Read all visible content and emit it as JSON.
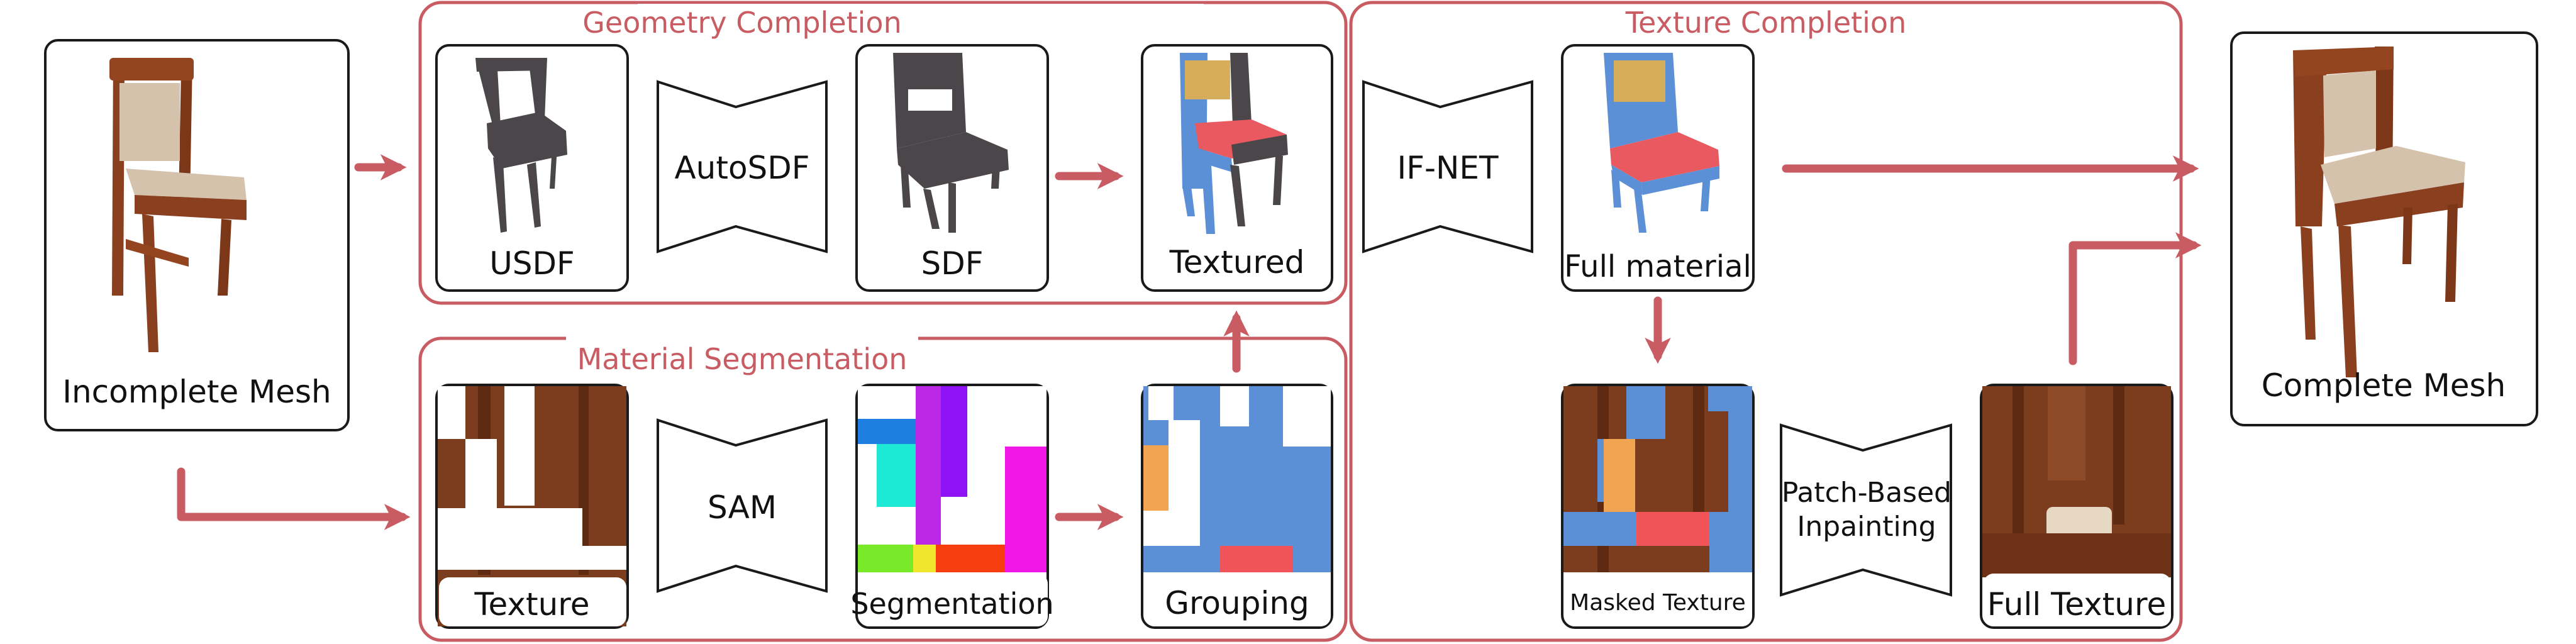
{
  "colors": {
    "accent": "#c95c62",
    "box_border": "#1a1a1a",
    "chair_dark": "#4a464a",
    "chair_wood": "#8a3f1f",
    "cushion": "#d4c2ad",
    "blue": "#5b8fd6",
    "orange": "#f1a552",
    "red": "#f05459",
    "tan": "#d6ad5a",
    "seg_blue": "#1d7fe0",
    "seg_cyan": "#1de9d4",
    "seg_purple": "#8f12f5",
    "seg_violet": "#bb28e6",
    "seg_magenta": "#f016e6",
    "seg_green": "#79ea2a",
    "seg_yellow": "#f1e62e",
    "seg_orange": "#f53d10"
  },
  "groups": {
    "geometry_completion": "Geometry Completion",
    "material_segmentation": "Material Segmentation",
    "texture_completion": "Texture Completion"
  },
  "nodes": {
    "incomplete_mesh": "Incomplete Mesh",
    "usdf": "USDF",
    "sdf": "SDF",
    "textured": "Textured",
    "texture": "Texture",
    "segmentation": "Segmentation",
    "grouping": "Grouping",
    "full_material": "Full material",
    "masked_texture": "Masked Texture",
    "full_texture": "Full Texture",
    "complete_mesh": "Complete Mesh"
  },
  "models": {
    "autosdf": "AutoSDF",
    "sam": "SAM",
    "ifnet": "IF-NET",
    "inpainting_line1": "Patch-Based",
    "inpainting_line2": "Inpainting"
  }
}
